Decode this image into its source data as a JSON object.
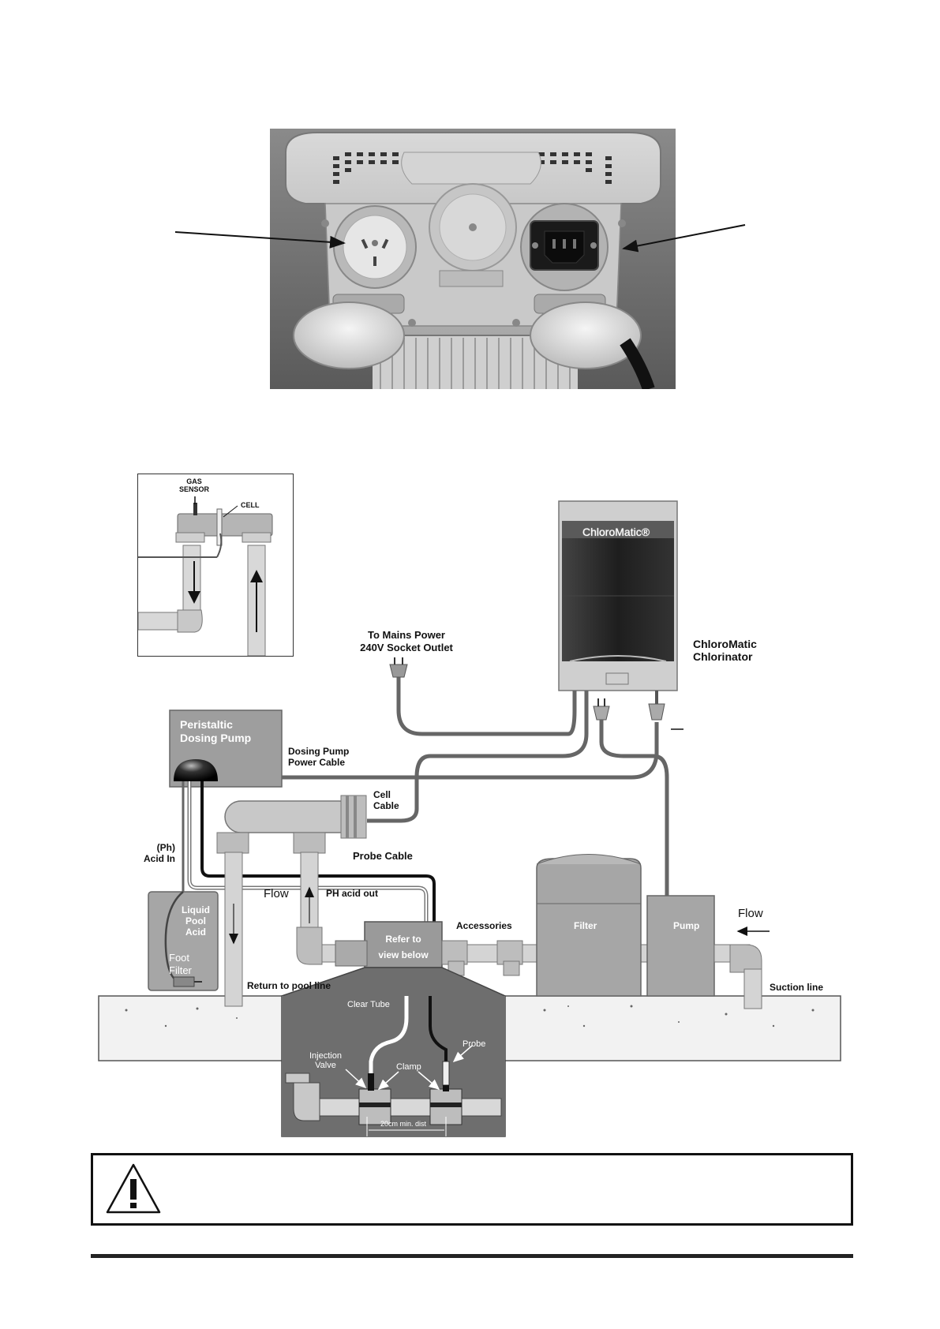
{
  "inset": {
    "gas_sensor_label_l1": "GAS",
    "gas_sensor_label_l2": "SENSOR",
    "cell_label": "CELL"
  },
  "chlorinator": {
    "brand_logo": "ChloroMatic®",
    "label_l1": "ChloroMatic",
    "label_l2": "Chlorinator"
  },
  "mains": {
    "label_l1": "To Mains Power",
    "label_l2": "240V Socket Outlet"
  },
  "dosing_pump": {
    "label_l1": "Peristaltic",
    "label_l2": "Dosing Pump"
  },
  "cables": {
    "dosing_pump_power_l1": "Dosing Pump",
    "dosing_pump_power_l2": "Power Cable",
    "cell_cable_l1": "Cell",
    "cell_cable_l2": "Cable",
    "probe_cable": "Probe Cable"
  },
  "acid": {
    "acid_in_l1": "(Ph)",
    "acid_in_l2": "Acid In",
    "container_l1": "Liquid",
    "container_l2": "Pool",
    "container_l3": "Acid",
    "foot_filter_l1": "Foot",
    "foot_filter_l2": "Filter",
    "ph_acid_out": "PH acid out"
  },
  "plumbing": {
    "flow_left": "Flow",
    "flow_right": "Flow",
    "refer_l1": "Refer to",
    "refer_l2": "view below",
    "accessories": "Accessories",
    "filter": "Filter",
    "pump": "Pump",
    "return_line": "Return to pool line",
    "suction_line": "Suction line"
  },
  "detail_view": {
    "clear_tube": "Clear Tube",
    "injection_valve_l1": "Injection",
    "injection_valve_l2": "Valve",
    "clamp": "Clamp",
    "probe": "Probe",
    "min_dist": "20cm min. dist"
  },
  "colors": {
    "pipe": "#bdbdbd",
    "equipment": "#9e9e9e",
    "cable": "#555555",
    "warning_border": "#111111"
  }
}
